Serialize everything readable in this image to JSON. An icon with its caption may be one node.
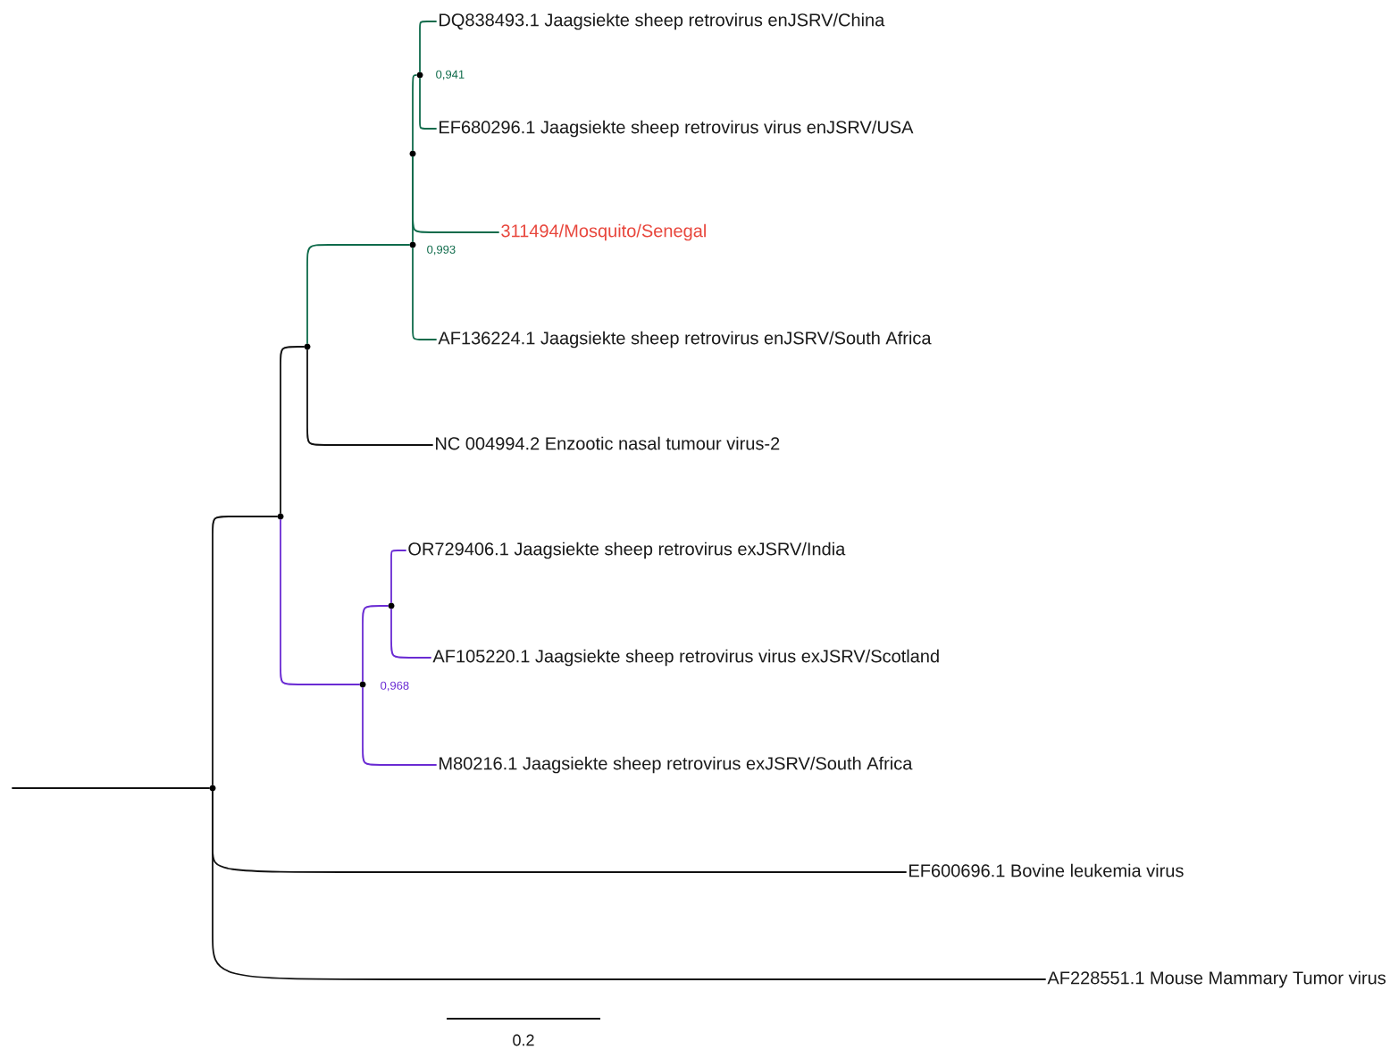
{
  "diagram": {
    "nodes": [
      {
        "text": [
          "DQ838493.1 Jaagsiekte sheep retrovirus enJSRV/China"
        ]
      },
      {
        "text": [],
        "shape": "circle",
        "beside": [
          "0,941"
        ]
      },
      {
        "text": [
          "EF680296.1 Jaagsiekte sheep retrovirus virus enJSRV/USA"
        ]
      },
      {
        "text": [],
        "shape": "circle"
      },
      {
        "text": [
          "311494/Mosquito/Senegal"
        ]
      },
      {
        "text": [],
        "shape": "circle",
        "beside": [
          "0,993"
        ]
      },
      {
        "text": [
          "AF136224.1 Jaagsiekte sheep retrovirus enJSRV/South Africa"
        ]
      },
      {
        "text": [],
        "shape": "circle"
      },
      {
        "text": [
          "NC 004994.2 Enzootic nasal tumour virus-2"
        ]
      },
      {
        "text": [],
        "shape": "circle"
      },
      {
        "text": [
          "OR729406.1 Jaagsiekte sheep retrovirus exJSRV/India"
        ]
      },
      {
        "text": [],
        "shape": "circle"
      },
      {
        "text": [
          "AF105220.1 Jaagsiekte sheep retrovirus virus exJSRV/Scotland"
        ]
      },
      {
        "text": [],
        "shape": "circle",
        "beside": [
          "0,968"
        ]
      },
      {
        "text": [
          "M80216.1 Jaagsiekte sheep retrovirus exJSRV/South Africa"
        ]
      },
      {
        "text": [],
        "shape": "circle"
      },
      {
        "text": [
          "EF600696.1 Bovine leukemia virus"
        ]
      },
      {
        "text": [
          "AF228551.1 Mouse Mammary Tumor virus"
        ]
      }
    ],
    "edges": [
      {
        "from": null,
        "to": 15,
        "arrow": "none"
      },
      {
        "from": 15,
        "to": 9,
        "arrow": "none"
      },
      {
        "from": 15,
        "to": 16,
        "arrow": "none"
      },
      {
        "from": 15,
        "to": 17,
        "arrow": "none"
      },
      {
        "from": 9,
        "to": 7,
        "arrow": "none"
      },
      {
        "from": 9,
        "to": 13,
        "arrow": "none",
        "color": "#6a2bd3"
      },
      {
        "from": 7,
        "to": 5,
        "arrow": "none",
        "color": "#0f6b4b"
      },
      {
        "from": 7,
        "to": 8,
        "arrow": "none"
      },
      {
        "from": 5,
        "to": 3,
        "arrow": "none",
        "color": "#0f6b4b"
      },
      {
        "from": 5,
        "to": 6,
        "arrow": "none",
        "color": "#0f6b4b"
      },
      {
        "from": 3,
        "to": 1,
        "arrow": "none",
        "color": "#0f6b4b"
      },
      {
        "from": 3,
        "to": 4,
        "arrow": "none",
        "color": "#0f6b4b"
      },
      {
        "from": 1,
        "to": 0,
        "arrow": "none",
        "color": "#0f6b4b"
      },
      {
        "from": 1,
        "to": 2,
        "arrow": "none",
        "color": "#0f6b4b"
      },
      {
        "from": 13,
        "to": 11,
        "arrow": "none",
        "color": "#6a2bd3"
      },
      {
        "from": 13,
        "to": 14,
        "arrow": "none",
        "color": "#6a2bd3"
      },
      {
        "from": 11,
        "to": 10,
        "arrow": "none",
        "color": "#6a2bd3"
      },
      {
        "from": 11,
        "to": 12,
        "arrow": "none",
        "color": "#6a2bd3"
      }
    ],
    "labels": [
      "0.2"
    ]
  }
}
